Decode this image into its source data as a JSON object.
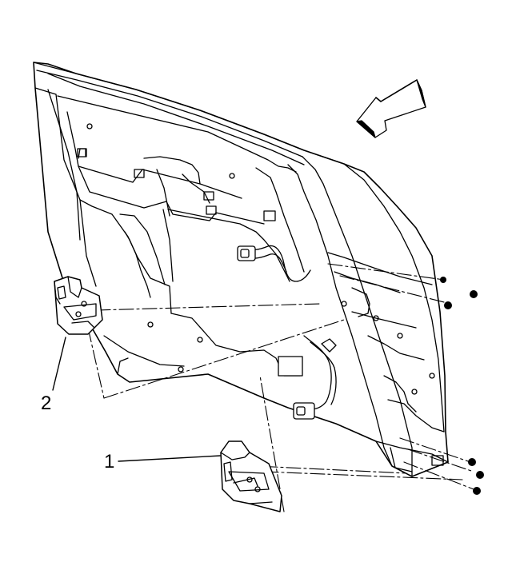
{
  "callouts": [
    {
      "id": "1",
      "label": "1",
      "part": "lower-hinge"
    },
    {
      "id": "2",
      "label": "2",
      "part": "upper-hinge"
    }
  ],
  "colors": {
    "line": "#000000",
    "fill": "#ffffff",
    "arrow_shade": "#000000"
  },
  "icons": {
    "direction_arrow": "arrow-left-icon"
  }
}
